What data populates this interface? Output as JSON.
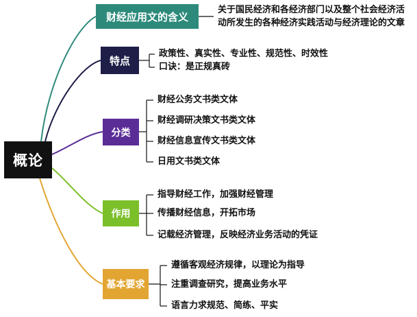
{
  "root": {
    "label": "概论"
  },
  "branches": [
    {
      "label": "财经应用文的含义",
      "color": "#2d8a7b",
      "items": [
        "关于国民经济和各经济部门以及整个社会经济活",
        "动所发生的各种经济实践活动与经济理论的文章"
      ]
    },
    {
      "label": "特点",
      "color": "#1e1e48",
      "items": [
        "政策性、真实性、专业性、规范性、时效性",
        "口诀：是正规真砖"
      ]
    },
    {
      "label": "分类",
      "color": "#5a2d96",
      "items": [
        "财经公务文书类文体",
        "财经调研决策文书类文体",
        "财经信息宣传文书类文体",
        "日用文书类文体"
      ]
    },
    {
      "label": "作用",
      "color": "#7bbf2a",
      "items": [
        "指导财经工作，加强财经管理",
        "传播财经信息，开拓市场",
        "记载经济管理，反映经济业务活动的凭证"
      ]
    },
    {
      "label": "基本要求",
      "color": "#e2a532",
      "items": [
        "遵循客观经济规律，以理论为指导",
        "注重调查研究，提高业务水平",
        "语言力求规范、简练、平实"
      ]
    }
  ]
}
